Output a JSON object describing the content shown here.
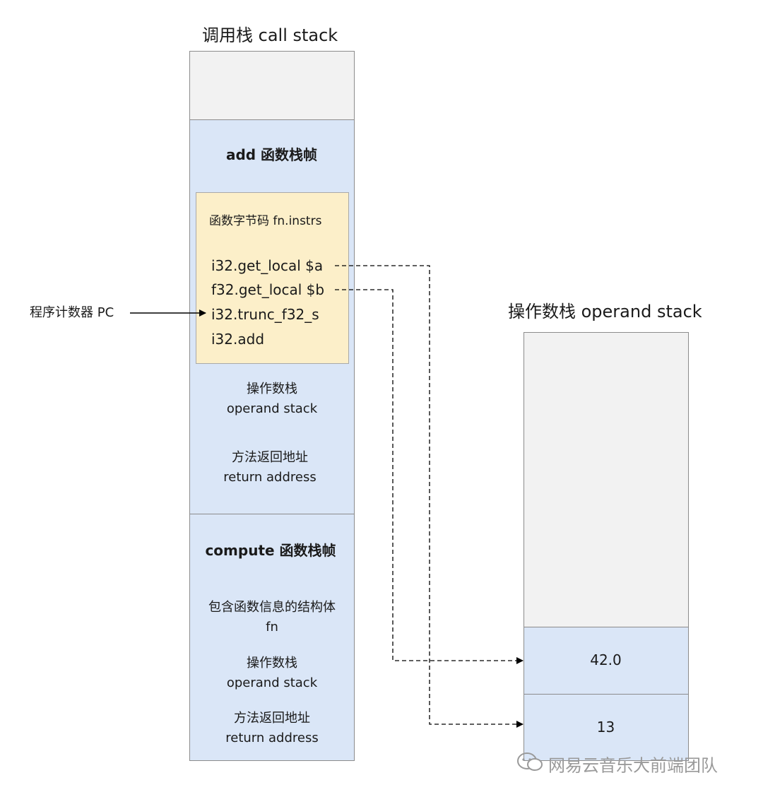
{
  "call_stack": {
    "title": "调用栈 call stack",
    "add_frame": {
      "title": "add 函数栈帧",
      "bytecode": {
        "label": "函数字节码 fn.instrs",
        "instructions": [
          "i32.get_local $a",
          "f32.get_local $b",
          "i32.trunc_f32_s",
          "i32.add"
        ]
      },
      "operand_stack": [
        "操作数栈",
        "operand stack"
      ],
      "return_address": [
        "方法返回地址",
        "return address"
      ]
    },
    "compute_frame": {
      "title": "compute 函数栈帧",
      "fn_struct": [
        "包含函数信息的结构体",
        "fn"
      ],
      "operand_stack": [
        "操作数栈",
        "operand stack"
      ],
      "return_address": [
        "方法返回地址",
        "return address"
      ]
    }
  },
  "program_counter": {
    "label": "程序计数器 PC"
  },
  "operand_stack": {
    "title": "操作数栈 operand stack",
    "values": [
      "42.0",
      "13"
    ]
  },
  "watermark": "网易云音乐大前端团队",
  "colors": {
    "empty": "#f2f2f2",
    "frame": "#dae6f7",
    "bytecode": "#fcefc9",
    "border": "#8c8c8c"
  }
}
